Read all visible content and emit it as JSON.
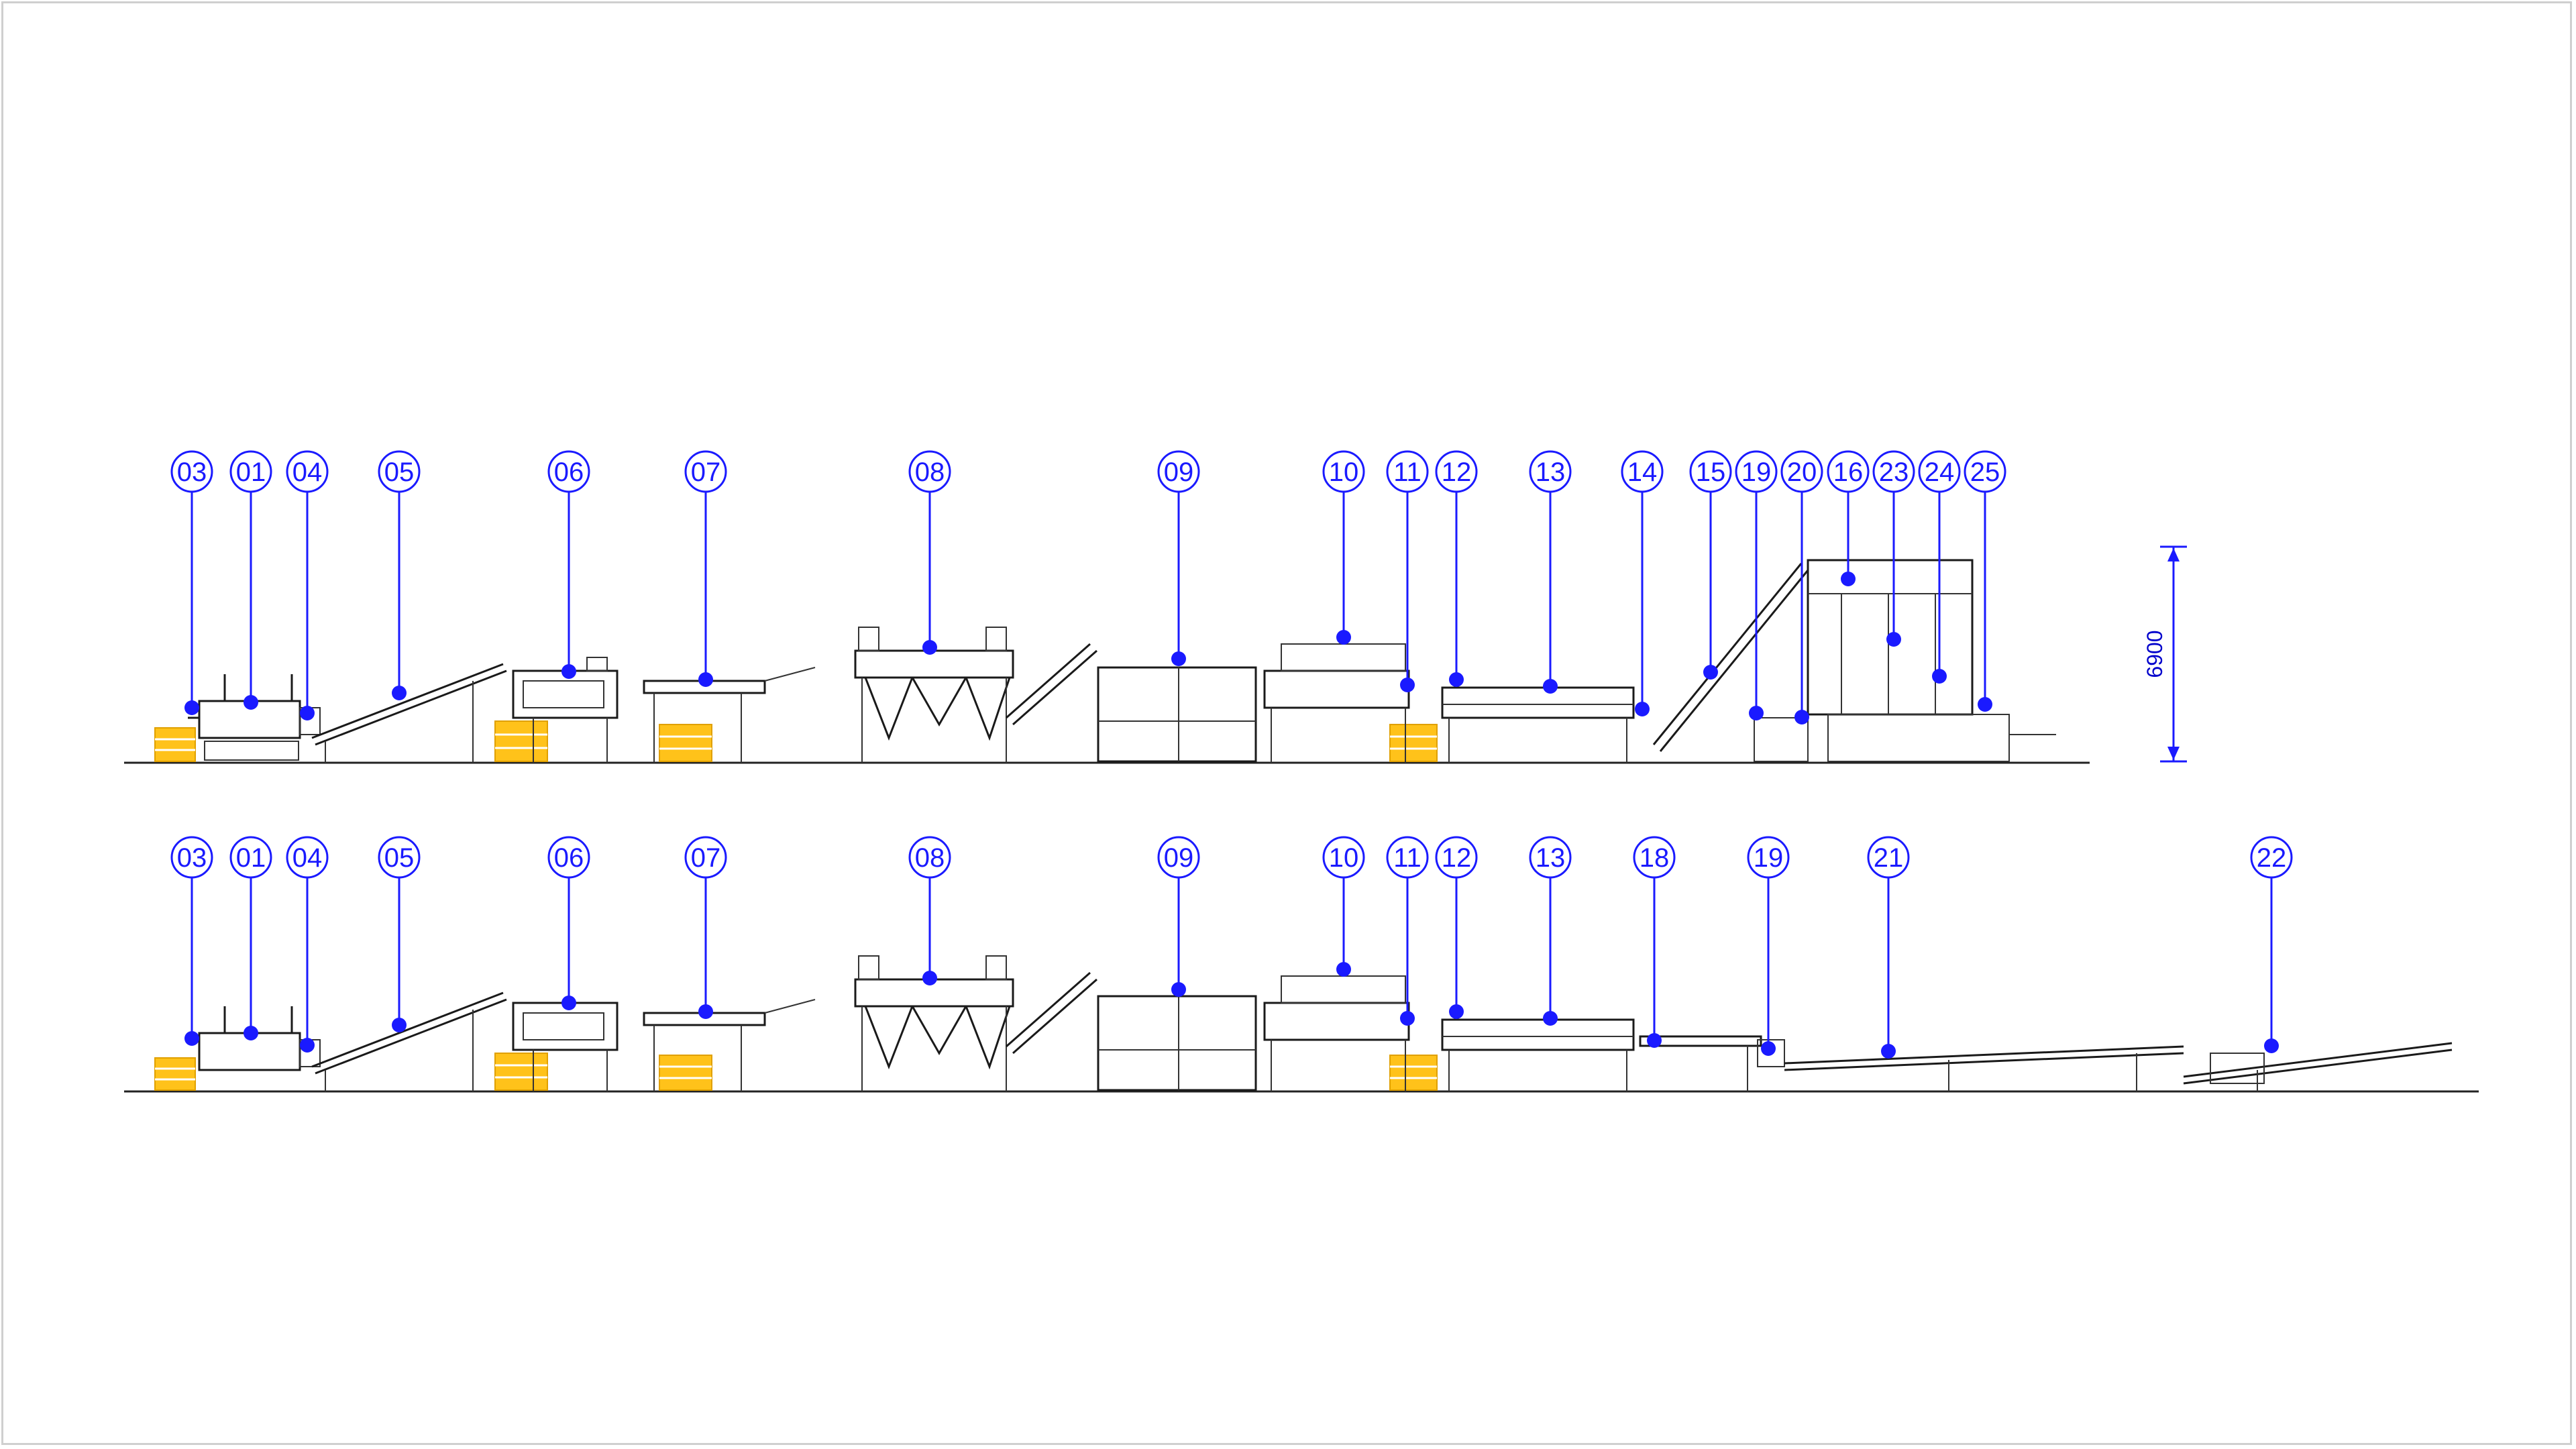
{
  "diagram": {
    "dimension": {
      "label": "6900"
    },
    "lines": [
      {
        "id": "line-a",
        "labels": [
          "03",
          "01",
          "04",
          "05",
          "06",
          "07",
          "08",
          "09",
          "10",
          "11",
          "12",
          "13",
          "14",
          "15",
          "19",
          "20",
          "16",
          "23",
          "24",
          "25"
        ]
      },
      {
        "id": "line-b",
        "labels": [
          "03",
          "01",
          "04",
          "05",
          "06",
          "07",
          "08",
          "09",
          "10",
          "11",
          "12",
          "13",
          "18",
          "19",
          "21",
          "22"
        ]
      }
    ]
  }
}
